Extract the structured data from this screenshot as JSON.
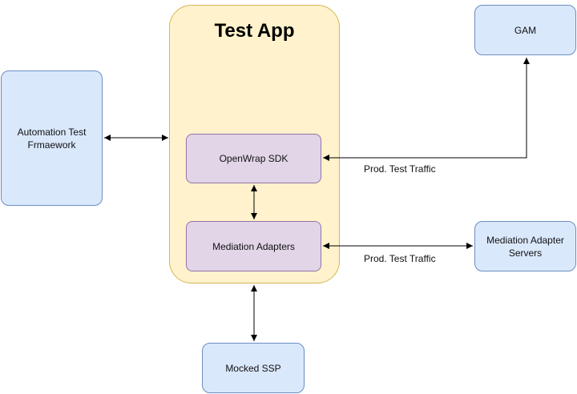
{
  "container": {
    "title": "Test App"
  },
  "nodes": {
    "gam": "GAM",
    "automation": "Automation Test Frmaework",
    "openwrap": "OpenWrap SDK",
    "mediation_adapters": "Mediation Adapters",
    "mediation_servers": "Mediation Adapter Servers",
    "mocked_ssp": "Mocked SSP"
  },
  "edge_labels": {
    "openwrap_gam": "Prod. Test Traffic",
    "mediation_servers": "Prod. Test Traffic"
  },
  "colors": {
    "container_fill": "#fff2cc",
    "container_stroke": "#d6b656",
    "blue_fill": "#dae8fc",
    "blue_stroke": "#6c8ebf",
    "purple_fill": "#e1d5e7",
    "purple_stroke": "#9673a6",
    "edge": "#000000"
  }
}
